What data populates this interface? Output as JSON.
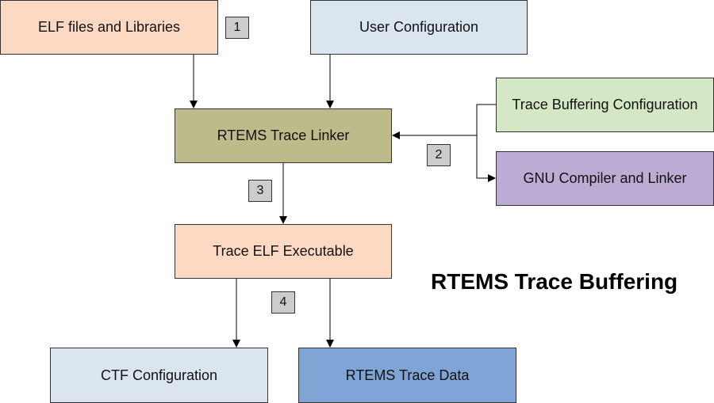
{
  "diagram": {
    "title": "RTEMS Trace Buffering",
    "boxes": {
      "elf": {
        "label": "ELF files and Libraries",
        "color": "#fdd9c3"
      },
      "user_config": {
        "label": "User Configuration",
        "color": "#dbe5ef"
      },
      "trace_linker": {
        "label": "RTEMS Trace Linker",
        "color": "#bdbb8a"
      },
      "trace_buffering_config": {
        "label": "Trace Buffering Configuration",
        "color": "#d5e8c6"
      },
      "gnu": {
        "label": "GNU Compiler and Linker",
        "color": "#bcabd3"
      },
      "trace_exe": {
        "label": "Trace ELF Executable",
        "color": "#fdd9c3"
      },
      "ctf_config": {
        "label": "CTF Configuration",
        "color": "#dbe5ef"
      },
      "trace_data": {
        "label": "RTEMS Trace Data",
        "color": "#7ea5d6"
      }
    },
    "steps": {
      "s1": "1",
      "s2": "2",
      "s3": "3",
      "s4": "4"
    }
  }
}
